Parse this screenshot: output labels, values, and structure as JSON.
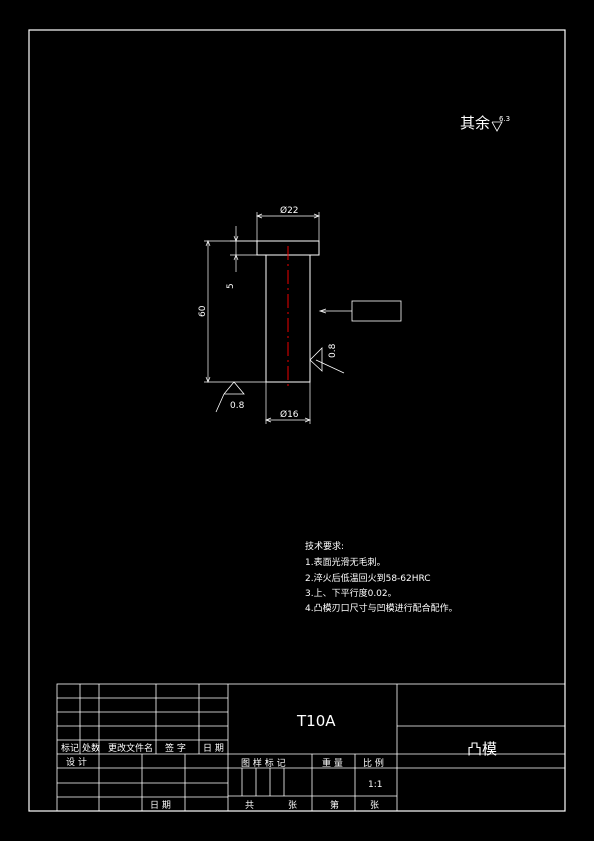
{
  "drawing": {
    "roughness_note": "其余",
    "roughness_default": "6.3",
    "dims": {
      "head_diameter": "Ø22",
      "shank_diameter": "Ø16",
      "head_height": "5",
      "total_length": "60",
      "roughness_side": "0.8",
      "roughness_bottom": "0.8"
    },
    "tech_requirements": {
      "title": "技术要求:",
      "items": [
        "1.表面光滑无毛刺。",
        "2.淬火后低温回火到58-62HRC",
        "3.上、下平行度0.02。",
        "4.凸模刃口尺寸与凹模进行配合配作。"
      ]
    }
  },
  "title_block": {
    "material": "T10A",
    "part_name": "凸模",
    "rev_headers": [
      "标记",
      "处数",
      "更改文件名",
      "签 字",
      "日 期"
    ],
    "design_label": "设 计",
    "date_label": "日 期",
    "stage_label": "图 样 标 记",
    "weight_label": "重 量",
    "scale_label": "比 例",
    "scale_value": "1:1",
    "total_sheets_label": "共",
    "sheet_unit_1": "张",
    "sheet_no_label": "第",
    "sheet_unit_2": "张"
  }
}
